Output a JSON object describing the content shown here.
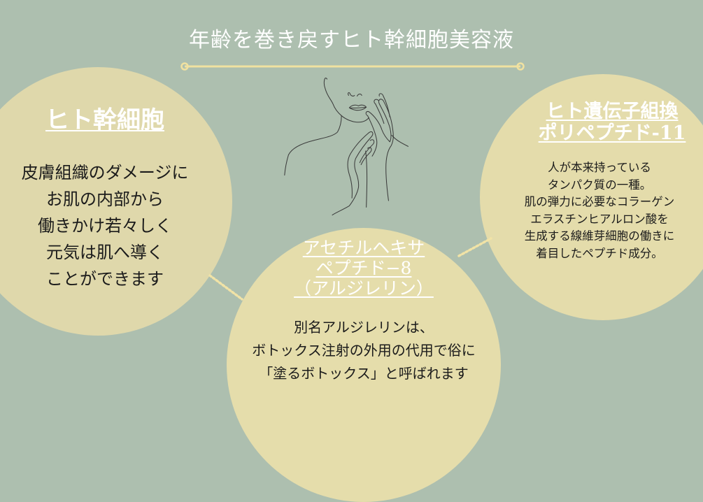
{
  "header": {
    "title": "年齢を巻き戻すヒト幹細胞美容液"
  },
  "colors": {
    "background": "#adbfaf",
    "circle_fill": "#e2dbac",
    "accent_line": "#f0e1a0",
    "heading_text": "#ffffff",
    "body_text": "#1b1b1b",
    "line_art": "#3a3a3a"
  },
  "cards": {
    "left": {
      "heading": "ヒト幹細胞",
      "lines": [
        "皮膚組織のダメージに",
        "お肌の内部から",
        "働きかけ若々しく",
        "元気は肌へ導く",
        "ことができます"
      ]
    },
    "right": {
      "heading_lines": [
        "ヒト遺伝子組換",
        "ポリペプチド-11"
      ],
      "lines": [
        "人が本来持っている",
        "タンパク質の一種。",
        "肌の弾力に必要なコラーゲン",
        "エラスチンヒアルロン酸を",
        "生成する線維芽細胞の働きに",
        "着目したペプチド成分。"
      ]
    },
    "middle": {
      "heading_lines": [
        "アセチルヘキサ",
        "ペプチド−8",
        "（アルジレリン）"
      ],
      "lines": [
        "別名アルジレリンは、",
        "ボトックス注射の外用の代用で俗に",
        "「塗るボトックス」と呼ばれます"
      ]
    }
  },
  "illustration": {
    "icon": "face-hands-line-art-icon"
  }
}
